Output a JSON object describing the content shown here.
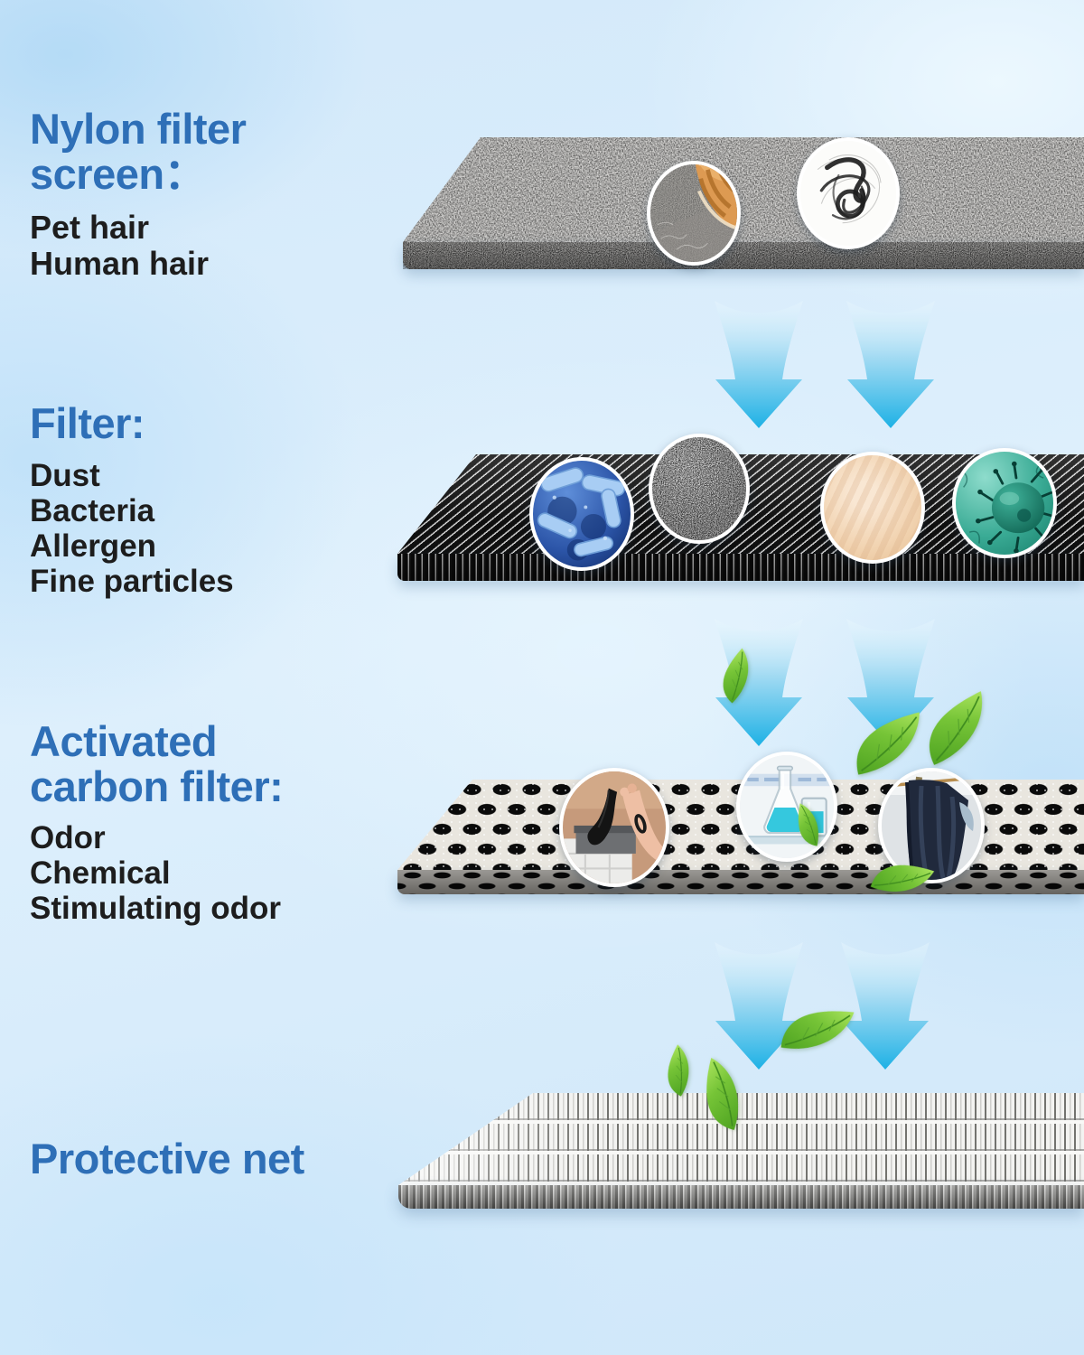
{
  "colors": {
    "background": "#d8ecfb",
    "title_blue": "#2e6fb7",
    "body_text": "#1d1d1d",
    "arrow_cyan": "#1fb3e6",
    "leaf_green": "#5cb52d"
  },
  "sections": [
    {
      "id": "nylon-filter-screen",
      "title": [
        "Nylon filter",
        "screen："
      ],
      "items": [
        "Pet hair",
        "Human hair"
      ],
      "insets": [
        "pet hair",
        "human hair"
      ]
    },
    {
      "id": "filter",
      "title": [
        "Filter:"
      ],
      "items": [
        "Dust",
        "Bacteria",
        "Allergen",
        "Fine particles"
      ],
      "insets": [
        "bacteria",
        "dust",
        "allergen",
        "virus"
      ]
    },
    {
      "id": "activated-carbon-filter",
      "title": [
        "Activated",
        "carbon filter:"
      ],
      "items": [
        "Odor",
        "Chemical",
        "Stimulating odor"
      ],
      "insets": [
        "odor",
        "chemical",
        "clothes odor"
      ]
    },
    {
      "id": "protective-net",
      "title": [
        "Protective net"
      ],
      "items": [],
      "insets": []
    }
  ]
}
